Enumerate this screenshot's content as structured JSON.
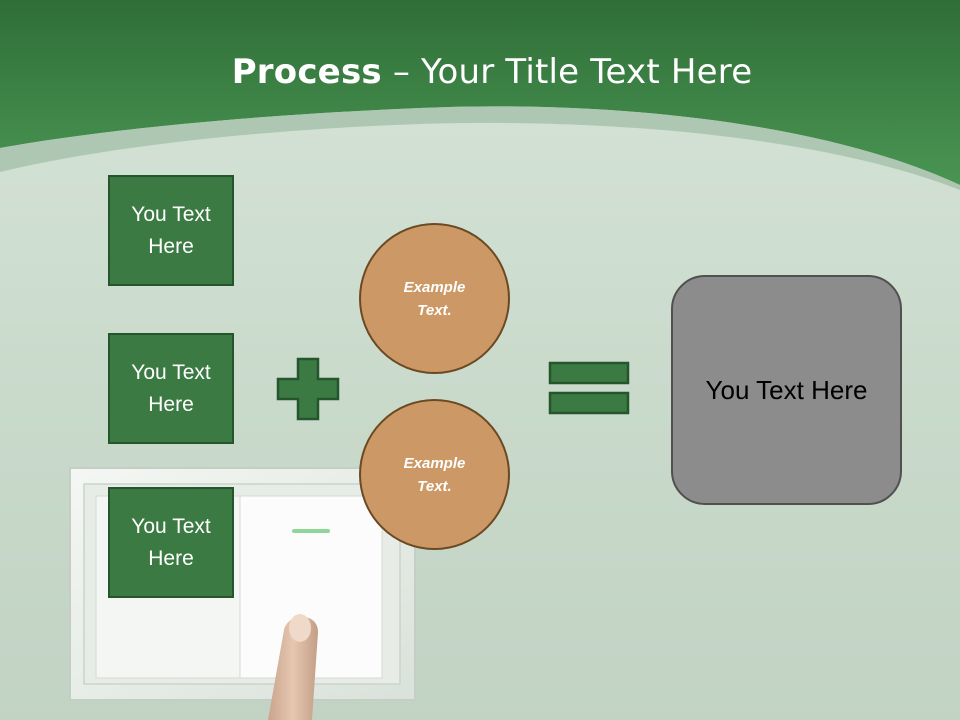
{
  "slide": {
    "title_bold": "Process",
    "title_rest": " – Your Title Text Here",
    "inputs": [
      {
        "label": "You Text Here"
      },
      {
        "label": "You Text Here"
      },
      {
        "label": "You Text Here"
      }
    ],
    "circles": [
      {
        "label": "Example Text."
      },
      {
        "label": "Example Text."
      }
    ],
    "result": {
      "label": "You Text Here"
    },
    "operators": {
      "plus": "plus-icon",
      "equals": "equals-icon"
    }
  },
  "colors": {
    "header_green": "#3f8a48",
    "box_green": "#3c7a43",
    "circle_orange": "#cc9866",
    "result_gray": "#8c8c8c"
  }
}
